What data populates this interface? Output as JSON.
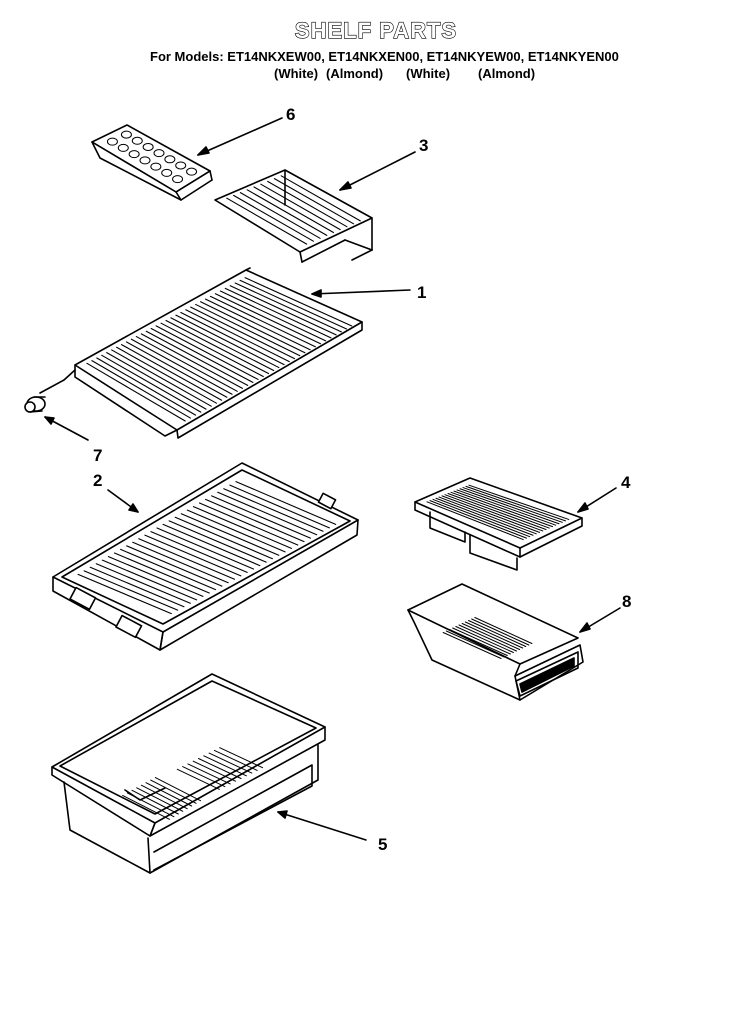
{
  "header": {
    "title": "SHELF PARTS",
    "models": "For Models: ET14NKXEW00, ET14NKXEN00, ET14NKYEW00, ET14NKYEN00",
    "colors": [
      "(White)",
      "(Almond)",
      "(White)",
      "(Almond)"
    ]
  },
  "callouts": [
    "1",
    "2",
    "3",
    "4",
    "5",
    "6",
    "7",
    "8"
  ],
  "colors": {
    "line": "#000000",
    "background": "#ffffff"
  }
}
